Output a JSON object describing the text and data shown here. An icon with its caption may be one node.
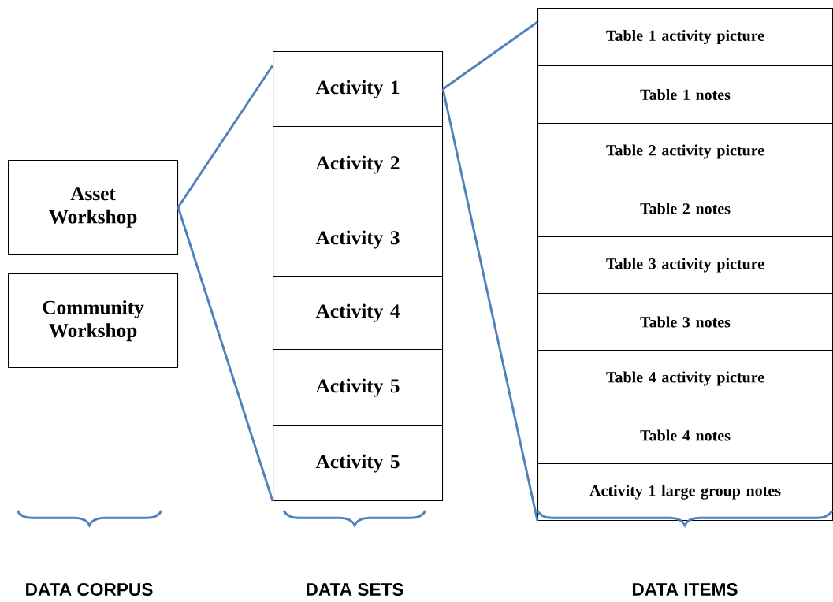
{
  "diagram": {
    "nodes": [
      {
        "text": [
          "Asset Workshop"
        ]
      },
      {
        "text": [
          "Community Workshop"
        ]
      },
      {
        "text": [
          "Activity 1"
        ]
      },
      {
        "text": [
          "Activity 2"
        ]
      },
      {
        "text": [
          "Activity 3"
        ]
      },
      {
        "text": [
          "Activity 4"
        ]
      },
      {
        "text": [
          "Activity 5"
        ]
      },
      {
        "text": [
          "Activity 5"
        ]
      },
      {
        "text": [
          "Table 1 activity picture"
        ]
      },
      {
        "text": [
          "Table 1 notes"
        ]
      },
      {
        "text": [
          "Table 2 activity picture"
        ]
      },
      {
        "text": [
          "Table 2 notes"
        ]
      },
      {
        "text": [
          "Table 3 activity picture"
        ]
      },
      {
        "text": [
          "Table 3 notes"
        ]
      },
      {
        "text": [
          "Table 4 activity picture"
        ]
      },
      {
        "text": [
          "Table 4 notes"
        ]
      },
      {
        "text": [
          "Activity 1 large group notes"
        ]
      }
    ],
    "edges": [
      {
        "from": 0,
        "to": 2,
        "arrow": "none"
      },
      {
        "from": 0,
        "to": 7,
        "arrow": "none"
      },
      {
        "from": 2,
        "to": 8,
        "arrow": "none"
      },
      {
        "from": 2,
        "to": 16,
        "arrow": "none"
      }
    ],
    "labels": [
      "DATA CORPUS",
      "DATA SETS",
      "DATA ITEMS"
    ]
  }
}
